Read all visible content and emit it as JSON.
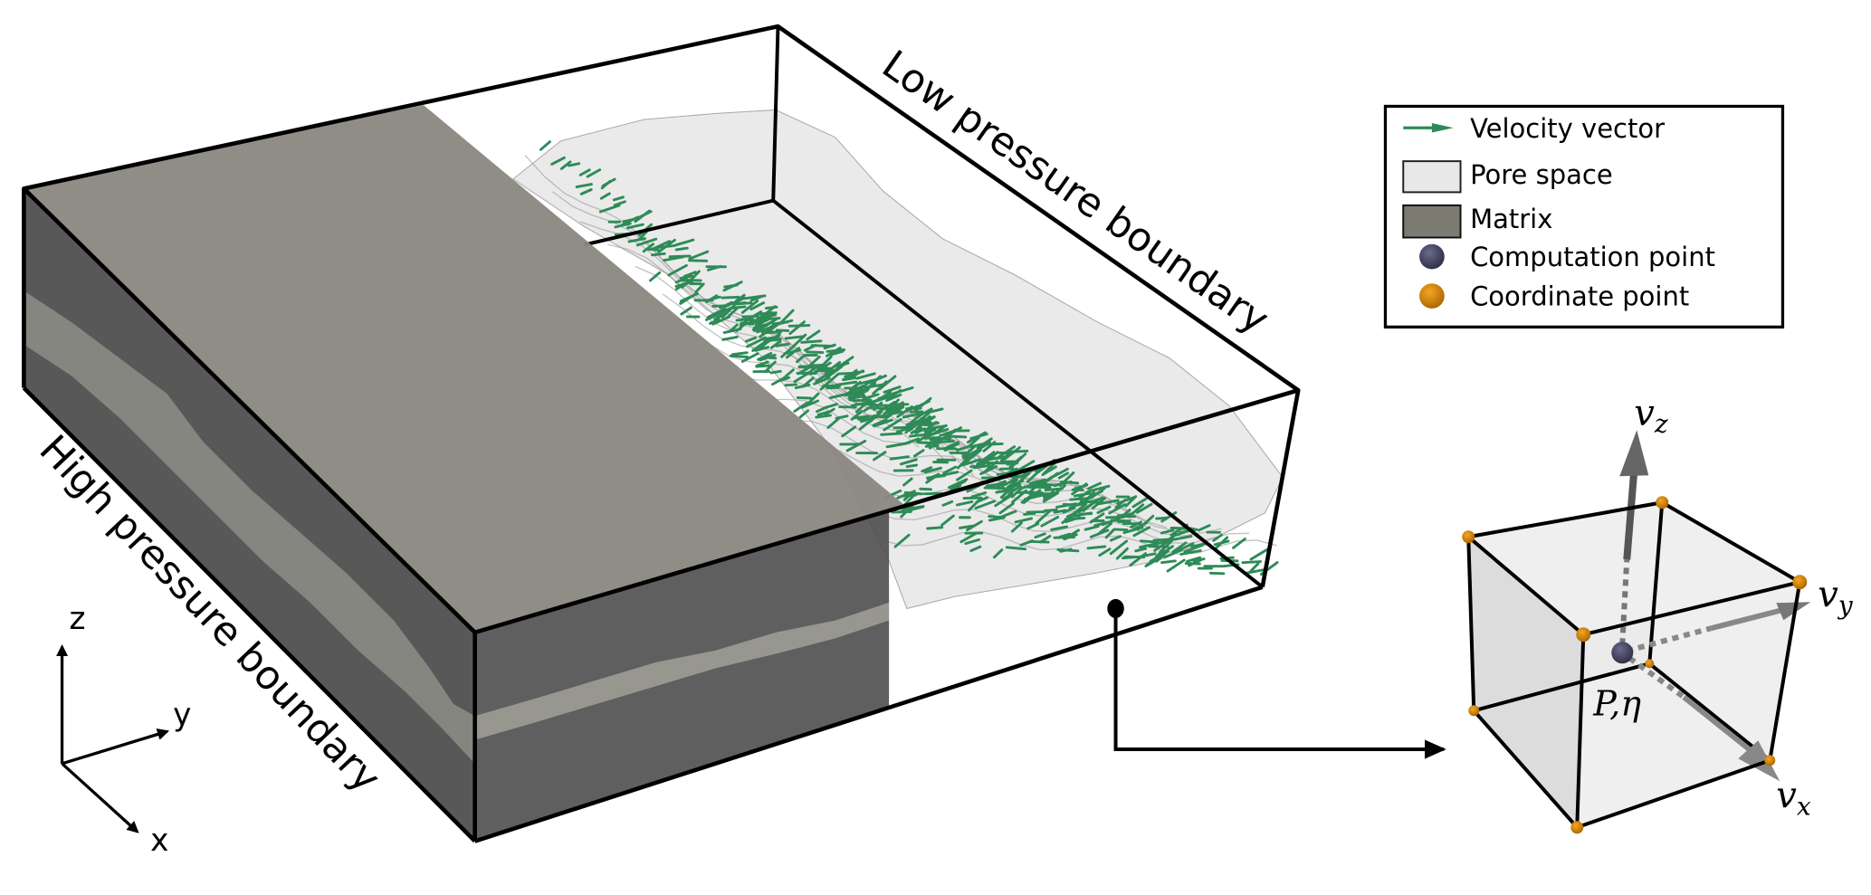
{
  "boundaries": {
    "high": "High pressure boundary",
    "low": "Low pressure boundary"
  },
  "axes": {
    "z": "z",
    "y": "y",
    "x": "x"
  },
  "legend": {
    "items": [
      {
        "label": "Velocity vector",
        "icon": "arrow-icon"
      },
      {
        "label": "Pore space",
        "icon": "swatch-icon"
      },
      {
        "label": "Matrix",
        "icon": "swatch-icon"
      },
      {
        "label": "Computation point",
        "icon": "sphere-icon"
      },
      {
        "label": "Coordinate point",
        "icon": "sphere-icon"
      }
    ]
  },
  "cell": {
    "vz": "v",
    "vz_sub": "z",
    "vy": "v",
    "vy_sub": "y",
    "vx": "v",
    "vx_sub": "x",
    "point_label": "P,η"
  },
  "colors": {
    "velocity": "#2e8b57",
    "pore": "#e8e8e8",
    "matrix": "#7b7b72",
    "computation_point": "#3f3f5e",
    "coordinate_point": "#e08a00"
  }
}
